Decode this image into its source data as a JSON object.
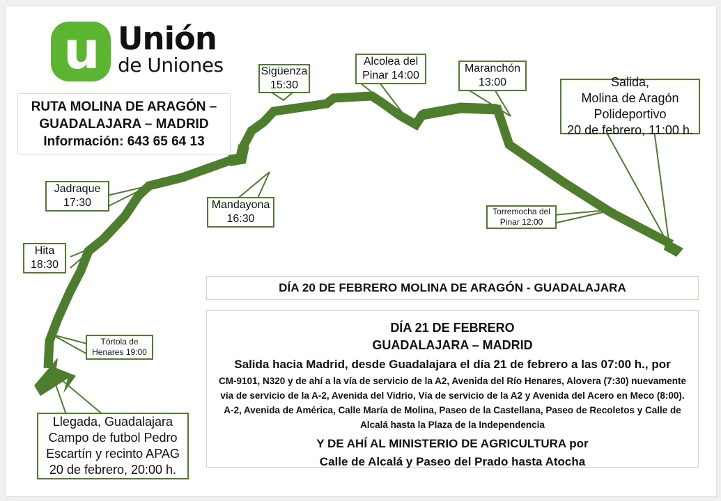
{
  "brand": {
    "logo_glyph": "u",
    "name_line1": "Unión",
    "name_line2": "de Uniones",
    "logo_green": "#5cb531",
    "route_green": "#4e7d2e"
  },
  "title_box": {
    "line1": "RUTA MOLINA DE ARAGÓN –",
    "line2": "GUADALAJARA – MADRID",
    "line3": "Información: 643 65 64 13"
  },
  "route": {
    "stops": [
      {
        "id": "salida",
        "name": "Salida, Molina de Aragón Polideportivo",
        "time": "11:00",
        "date": "20 de febrero"
      },
      {
        "id": "torremocha",
        "name": "Torremocha del Pinar",
        "time": "12:00"
      },
      {
        "id": "maranchon",
        "name": "Maranchón",
        "time": "13:00"
      },
      {
        "id": "alcolea",
        "name": "Alcolea del Pinar",
        "time": "14:00"
      },
      {
        "id": "siguenza",
        "name": "Sigüenza",
        "time": "15:30"
      },
      {
        "id": "mandayona",
        "name": "Mandayona",
        "time": "16:30"
      },
      {
        "id": "jadraque",
        "name": "Jadraque",
        "time": "17:30"
      },
      {
        "id": "hita",
        "name": "Hita",
        "time": "18:30"
      },
      {
        "id": "tortola",
        "name": "Tórtola de Henares",
        "time": "19:00"
      },
      {
        "id": "llegada",
        "name": "Llegada, Guadalajara Campo de futbol Pedro Escartín y recinto APAG",
        "time": "20:00",
        "date": "20 de febrero"
      }
    ]
  },
  "callouts": {
    "salida": {
      "l1": "Salida,",
      "l2": "Molina de Aragón",
      "l3": "Polideportivo",
      "l4": "20 de febrero, 11:00 h."
    },
    "torremocha": {
      "l1": "Torremocha del",
      "l2": "Pinar 12:00"
    },
    "maranchon": {
      "l1": "Maranchón",
      "l2": "13:00"
    },
    "alcolea": {
      "l1": "Alcolea del",
      "l2": "Pinar 14:00"
    },
    "siguenza": {
      "l1": "Sigüenza",
      "l2": "15:30"
    },
    "mandayona": {
      "l1": "Mandayona",
      "l2": "16:30"
    },
    "jadraque": {
      "l1": "Jadraque",
      "l2": "17:30"
    },
    "hita": {
      "l1": "Hita",
      "l2": "18:30"
    },
    "tortola": {
      "l1": "Tórtola de",
      "l2": "Henares 19:00"
    },
    "llegada": {
      "l1": "Llegada, Guadalajara",
      "l2": "Campo de futbol Pedro",
      "l3": "Escartín y recinto APAG",
      "l4": "20 de febrero, 20:00 h."
    }
  },
  "day20_panel": {
    "heading": "DÍA 20 DE FEBRERO MOLINA DE ARAGÓN - GUADALAJARA"
  },
  "day21_panel": {
    "heading1": "DÍA 21 DE FEBRERO",
    "heading2": "GUADALAJARA – MADRID",
    "lead": "Salida hacia Madrid, desde Guadalajara el día 21 de febrero a las 07:00 h., por",
    "body1": "CM-9101, N320 y de ahí a la vía de servicio de la A2, Avenida del Río Henares, Alovera (7:30) nuevamente",
    "body2": "vía de servicio de la A-2, Avenida del Vidrio, Vía de servicio de la A2 y Avenida del Acero en Meco (8:00).",
    "body3": "A-2, Avenida de América, Calle María de Molina, Paseo de la Castellana, Paseo de Recoletos y Calle de",
    "body4": "Alcalá hasta la Plaza de la Independencia",
    "heading3": "Y DE AHÍ AL MINISTERIO DE AGRICULTURA por",
    "heading4": "Calle de Alcalá y Paseo del Prado hasta Atocha"
  }
}
